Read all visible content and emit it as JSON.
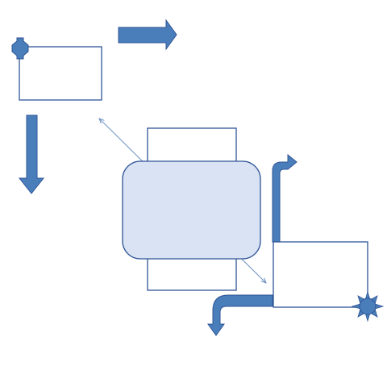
{
  "canvas": {
    "background": "#ffffff"
  },
  "colors": {
    "stroke": "#2f5597",
    "fill_blue": "#4a7ebb",
    "fill_light": "#dae3f3",
    "line_blue": "#6a8fc2"
  },
  "shapes": [
    {
      "name": "top-left-rectangle",
      "type": "rectangle",
      "fill": "white"
    },
    {
      "name": "plus-cross-icon",
      "type": "cross",
      "fill": "blue"
    },
    {
      "name": "right-block-arrow",
      "type": "block-arrow",
      "direction": "right"
    },
    {
      "name": "down-block-arrow",
      "type": "block-arrow",
      "direction": "down"
    },
    {
      "name": "center-back-rectangle",
      "type": "rectangle",
      "fill": "white"
    },
    {
      "name": "center-rounded-rectangle",
      "type": "rounded-rectangle",
      "fill": "light-blue"
    },
    {
      "name": "diagonal-double-arrow",
      "type": "connector",
      "ends": "both-arrows"
    },
    {
      "name": "bottom-right-rectangle",
      "type": "rectangle",
      "fill": "white"
    },
    {
      "name": "bent-up-arrow",
      "type": "bent-arrow",
      "direction": "up-then-right"
    },
    {
      "name": "bent-down-arrow",
      "type": "bent-arrow",
      "direction": "left-then-down"
    },
    {
      "name": "sun-icon",
      "type": "sun",
      "fill": "blue"
    }
  ]
}
